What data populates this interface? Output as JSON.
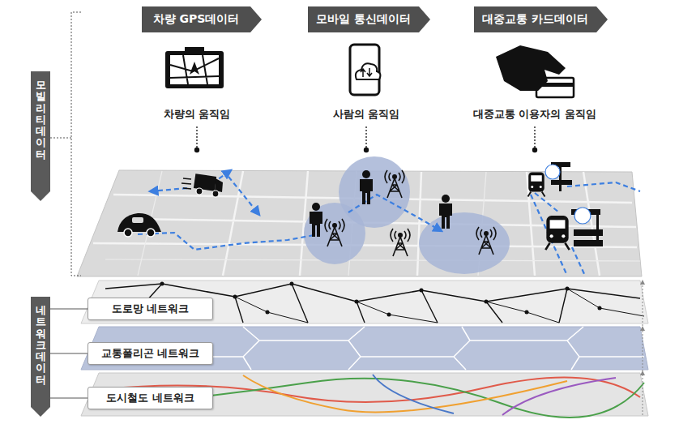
{
  "diagram": {
    "nodes": [
      {
        "text": [
          "차량 GPS데이터"
        ]
      },
      {
        "text": [
          "모바일 통신데이터"
        ]
      },
      {
        "text": [
          "대중교통 카드데이터"
        ]
      },
      {
        "text": [
          "모빌리티데이터"
        ]
      },
      {
        "text": [
          "네트워크데이터"
        ]
      },
      {
        "text": [
          "도로망 네트워크"
        ]
      },
      {
        "text": [
          "교통폴리곤 네트워크"
        ]
      },
      {
        "text": [
          "도시철도 네트워크"
        ]
      }
    ],
    "labels": [
      "차량의 움직임",
      "사람의 움직임",
      "대중교통 이용자의 움직임"
    ]
  }
}
